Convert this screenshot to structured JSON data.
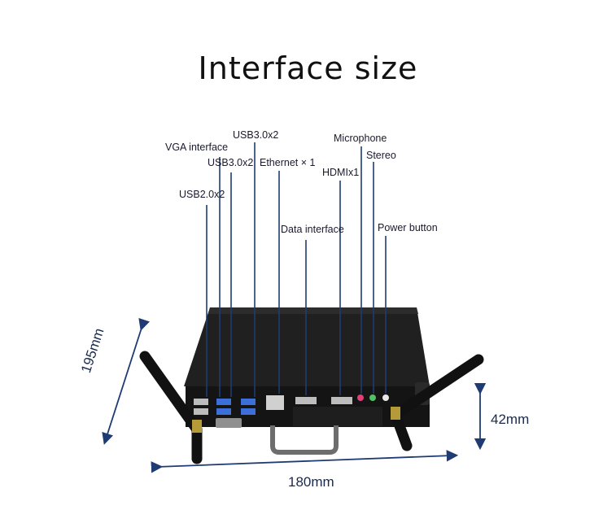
{
  "title": "Interface size",
  "labels": {
    "usb30_top": "USB3.0x2",
    "vga": "VGA interface",
    "usb30_mid": "USB3.0x2",
    "ethernet": "Ethernet × 1",
    "usb20": "USB2.0x2",
    "microphone": "Microphone",
    "stereo": "Stereo",
    "hdmi": "HDMIx1",
    "data_interface": "Data interface",
    "power_button": "Power button"
  },
  "dimensions": {
    "depth": "195mm",
    "height": "42mm",
    "width": "180mm"
  },
  "colors": {
    "leader_line": "#1f3b73",
    "arrow": "#1f3b73",
    "chassis": "#1c1c1c"
  }
}
